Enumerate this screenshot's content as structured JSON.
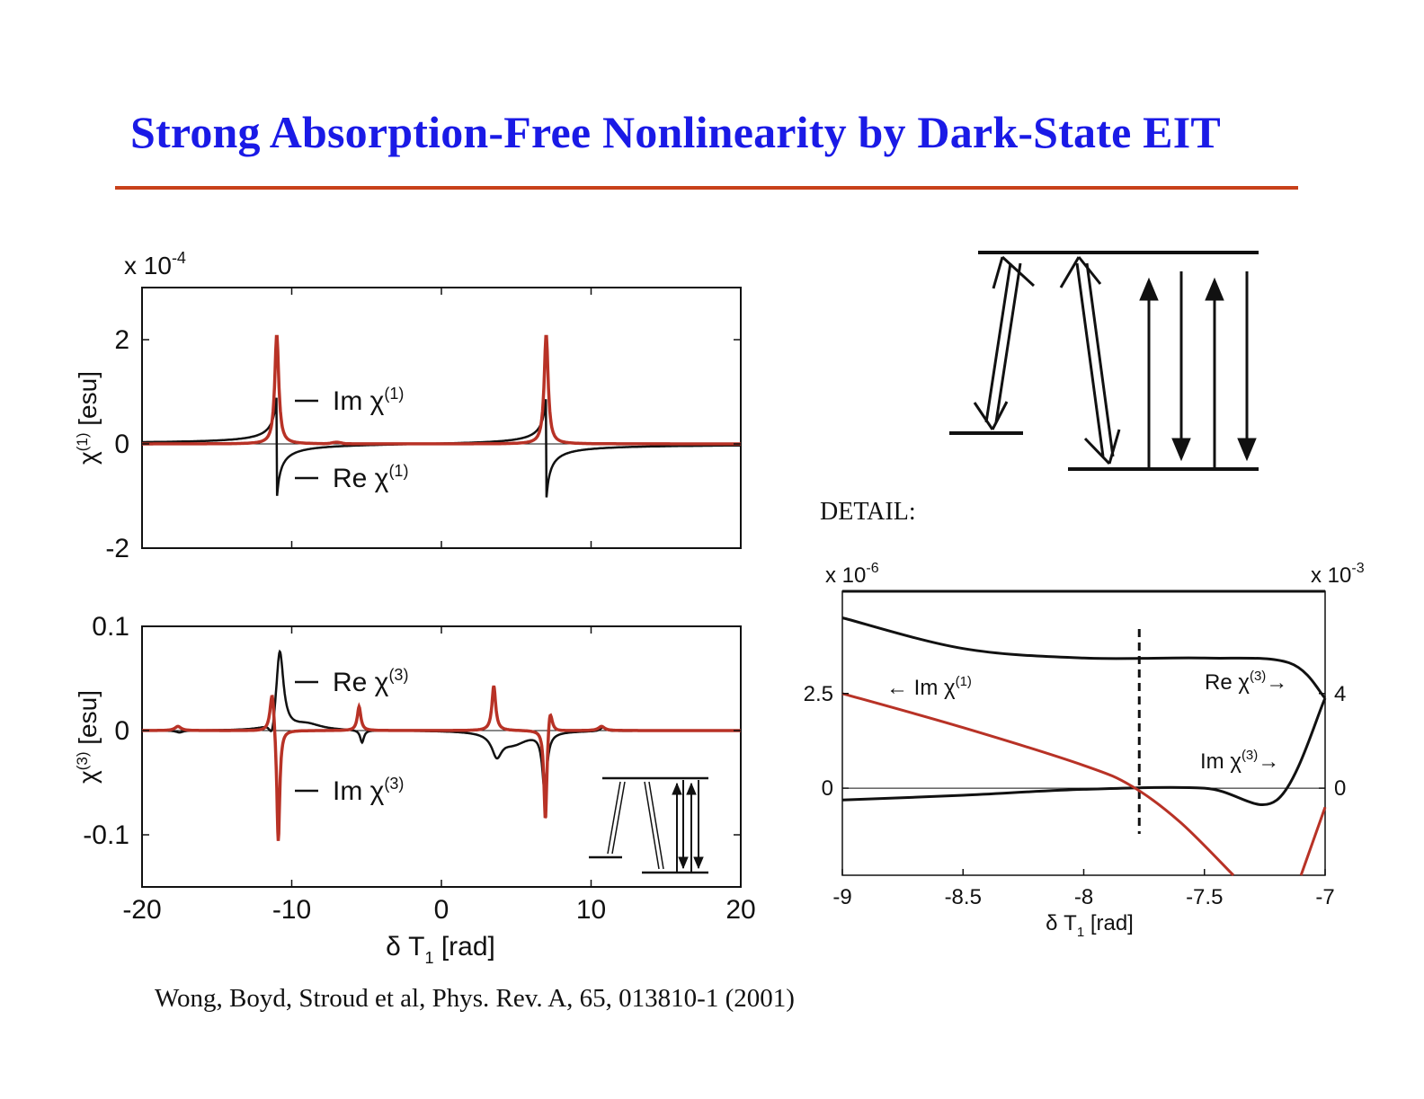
{
  "slide": {
    "title": "Strong Absorption-Free Nonlinearity by  Dark-State EIT",
    "detail_label": "DETAIL:",
    "citation": "Wong, Boyd, Stroud et al, Phys. Rev. A, 65, 013810-1 (2001)"
  },
  "colors": {
    "title": "#1a1ae6",
    "rule": "#c8401a",
    "red_curve": "#b83226",
    "black_curve": "#111111"
  },
  "chart_data": [
    {
      "type": "line",
      "panel": "chi1",
      "scale_label_prefix": "x 10",
      "scale_label_exp": "-4",
      "ylabel": "χ(1) [esu]",
      "ylabel_main": "χ",
      "ylabel_sup": "(1)",
      "ylabel_tail": " [esu]",
      "xlim": [
        -20,
        20
      ],
      "ylim": [
        -2,
        3
      ],
      "yticks": [
        "-2",
        "0",
        "2"
      ],
      "ytick_values": [
        -2,
        0,
        2
      ],
      "series": [
        {
          "name": "Im χ(1)",
          "name_main": "Im χ",
          "name_sup": "(1)",
          "color": "red",
          "peaks": [
            {
              "x": -11,
              "y": 2.1
            },
            {
              "x": 7,
              "y": 2.1
            }
          ]
        },
        {
          "name": "Re χ(1)",
          "name_main": "Re χ",
          "name_sup": "(1)",
          "color": "black",
          "dispersive_peaks": [
            {
              "x": -11,
              "max": 1.0,
              "min": -1.1
            },
            {
              "x": 7,
              "max": 1.0,
              "min": -1.1
            }
          ]
        }
      ]
    },
    {
      "type": "line",
      "panel": "chi3",
      "ylabel": "χ(3) [esu]",
      "ylabel_main": "χ",
      "ylabel_sup": "(3)",
      "ylabel_tail": " [esu]",
      "xlabel": "δ T1 [rad]",
      "xlabel_main": "δ T",
      "xlabel_sub": "1",
      "xlabel_tail": " [rad]",
      "xlim": [
        -20,
        20
      ],
      "ylim": [
        -0.15,
        0.1
      ],
      "xticks": [
        "-20",
        "-10",
        "0",
        "10",
        "20"
      ],
      "xtick_values": [
        -20,
        -10,
        0,
        10,
        20
      ],
      "yticks": [
        "0.1",
        "0",
        "-0.1"
      ],
      "ytick_values": [
        0.1,
        0,
        -0.1
      ],
      "series": [
        {
          "name": "Re χ(3)",
          "name_main": "Re χ",
          "name_sup": "(3)",
          "color": "black",
          "features": [
            {
              "x": -10.8,
              "y": 0.078
            },
            {
              "x": 7,
              "y": -0.05
            },
            {
              "x": 3.5,
              "y": -0.02
            }
          ]
        },
        {
          "name": "Im χ(3)",
          "name_main": "Im χ",
          "name_sup": "(3)",
          "color": "red",
          "features": [
            {
              "x": -11.2,
              "y": 0.042
            },
            {
              "x": -10.9,
              "y": -0.113
            },
            {
              "x": 3.5,
              "y": 0.043
            },
            {
              "x": 6.9,
              "y": -0.092
            },
            {
              "x": 7.2,
              "y": 0.026
            },
            {
              "x": -5.5,
              "y": 0.023
            }
          ]
        }
      ]
    },
    {
      "type": "line",
      "panel": "detail",
      "left_scale_prefix": "x 10",
      "left_scale_exp": "-6",
      "right_scale_prefix": "x 10",
      "right_scale_exp": "-3",
      "xlabel": "δ T1 [rad]",
      "xlabel_main": "δ T",
      "xlabel_sub": "1",
      "xlabel_tail": " [rad]",
      "xlim": [
        -9,
        -7
      ],
      "xticks": [
        "-9",
        "-8.5",
        "-8",
        "-7.5",
        "-7"
      ],
      "xtick_values": [
        -9,
        -8.5,
        -8,
        -7.5,
        -7
      ],
      "yticks_left": [
        "2.5",
        "0"
      ],
      "ytick_left_values": [
        2.5,
        0
      ],
      "yticks_right": [
        "4",
        "0"
      ],
      "ytick_right_values": [
        4,
        0
      ],
      "ylim_left": [
        -2.3,
        5.2
      ],
      "marker_x": -7.77,
      "series": [
        {
          "name": "← Im χ(1)",
          "name_main": "← Im χ",
          "name_sup": "(1)",
          "color": "red",
          "axis": "left",
          "points": [
            [
              -9,
              2.5
            ],
            [
              -8.5,
              1.6
            ],
            [
              -8,
              0.6
            ],
            [
              -7.8,
              0.05
            ],
            [
              -7.6,
              -0.9
            ],
            [
              -7.38,
              -2.3
            ]
          ]
        },
        {
          "name": "Re χ(3)→",
          "name_main": "Re χ",
          "name_sup": "(3)",
          "name_tail": "→",
          "color": "black",
          "axis": "right",
          "points": [
            [
              -9,
              7.2
            ],
            [
              -8.5,
              5.9
            ],
            [
              -8,
              5.5
            ],
            [
              -7.5,
              5.5
            ],
            [
              -7.15,
              5.3
            ],
            [
              -7,
              3.8
            ]
          ]
        },
        {
          "name": "Im χ(3)→",
          "name_main": "Im χ",
          "name_sup": "(3)",
          "name_tail": "→",
          "color": "black",
          "axis": "right",
          "points": [
            [
              -9,
              -0.5
            ],
            [
              -8.5,
              -0.3
            ],
            [
              -8,
              -0.05
            ],
            [
              -7.5,
              0
            ],
            [
              -7.2,
              -0.5
            ],
            [
              -7,
              3.8
            ]
          ]
        }
      ]
    }
  ]
}
